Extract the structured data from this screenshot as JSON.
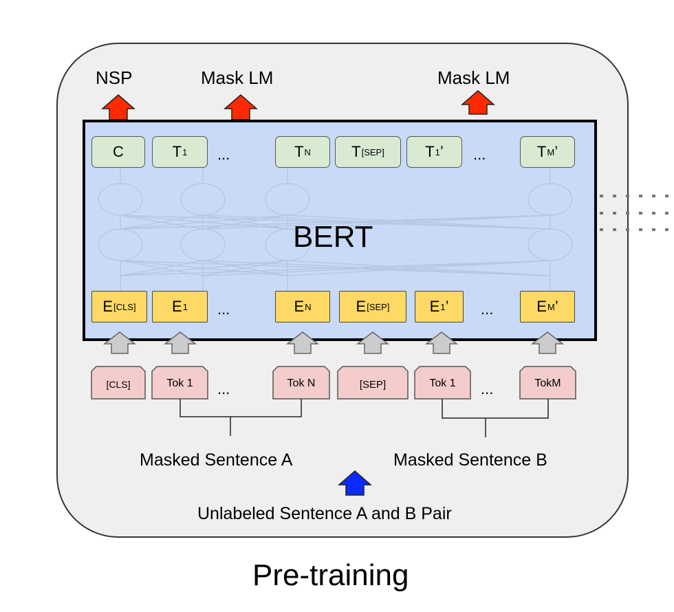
{
  "outputs": {
    "nsp": "NSP",
    "mask_lm_1": "Mask LM",
    "mask_lm_2": "Mask LM"
  },
  "bert_label": "BERT",
  "top_tokens": {
    "c": "C",
    "t1": "T",
    "t1_sub": "1",
    "tn": "T",
    "tn_sub": "N",
    "tsep": "T",
    "tsep_sub": "[SEP]",
    "t1p": "T",
    "t1p_sub": "1",
    "t1p_prime": "’",
    "tmp": "T",
    "tmp_sub": "M",
    "tmp_prime": "’"
  },
  "embeddings": {
    "ecls": "E",
    "ecls_sub": "[CLS]",
    "e1": "E",
    "e1_sub": "1",
    "en": "E",
    "en_sub": "N",
    "esep": "E",
    "esep_sub": "[SEP]",
    "e1p": "E",
    "e1p_sub": "1",
    "e1p_prime": "’",
    "emp": "E",
    "emp_sub": "M",
    "emp_prime": "’"
  },
  "input_tokens": {
    "cls": "[CLS]",
    "tok1": "Tok 1",
    "tokn": "Tok N",
    "sep": "[SEP]",
    "tok1b": "Tok 1",
    "tokm": "TokM"
  },
  "ellipsis": "...",
  "sentence_a": "Masked Sentence A",
  "sentence_b": "Masked Sentence B",
  "input_pair": "Unlabeled Sentence A and B Pair",
  "caption": "Pre-training",
  "colors": {
    "output_arrow": "#ff2a00",
    "input_arrow": "#0b2cff",
    "embed_arrow": "#cccccc",
    "token_box": "#f4cccc",
    "embed_box": "#ffd966",
    "top_box": "#d9ead3",
    "bert_fill": "#c9daf8",
    "panel_fill": "#efefef"
  }
}
